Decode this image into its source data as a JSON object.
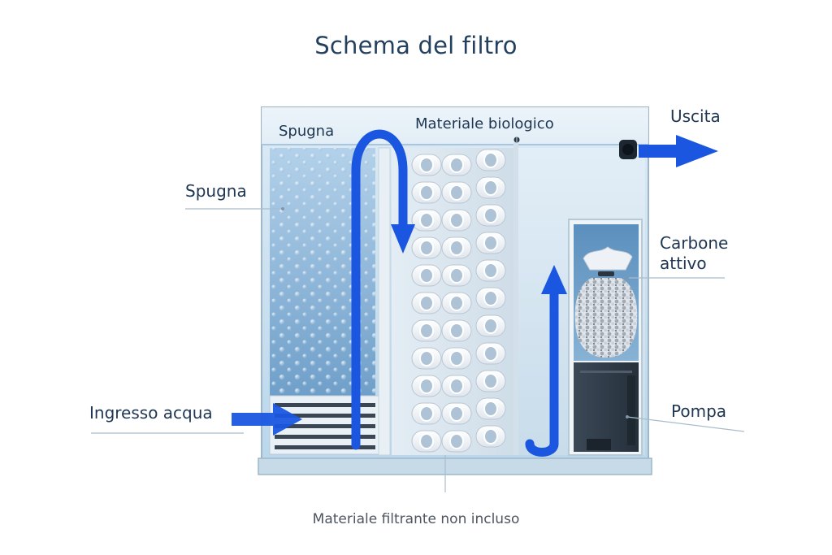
{
  "diagram": {
    "title": "Schema del filtro",
    "labels": {
      "sponge_top": "Spugna",
      "sponge_left": "Spugna",
      "biological": "Materiale biologico",
      "outlet": "Uscita",
      "carbon_line1": "Carbone",
      "carbon_line2": "attivo",
      "inlet": "Ingresso acqua",
      "pump": "Pompa"
    },
    "footnote": "Materiale filtrante non incluso"
  },
  "colors": {
    "flow_arrow": "#1a56e0",
    "water": "#c4def0",
    "label_text": "#1f3652",
    "title_text": "#23405e",
    "leader_line": "#a9bccb"
  },
  "icons": {
    "flow_arrow": "arrow-icon",
    "bio_rings": "ceramic-ring-icon",
    "carbon_bag": "mesh-bag-icon",
    "pump": "pump-icon",
    "outlet": "outlet-nozzle-icon"
  }
}
